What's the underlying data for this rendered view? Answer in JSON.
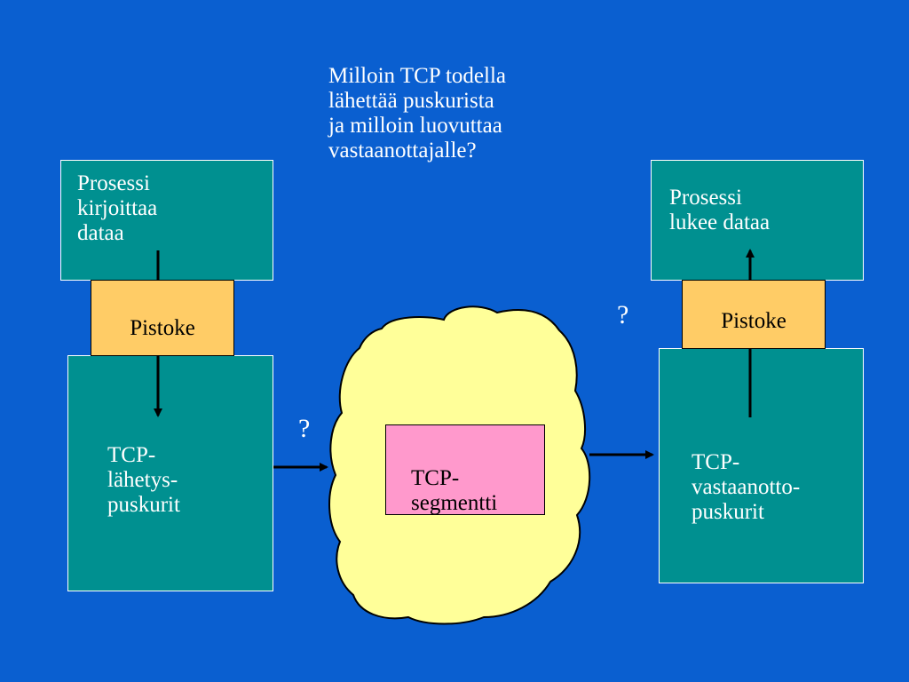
{
  "question": "Milloin  TCP todella\nlähettää puskurista\nja milloin luovuttaa\nvastaanottajalle?",
  "sender": {
    "process_label": "Prosessi\nkirjoittaa\ndataa",
    "socket_label": "Pistoke",
    "buffer_label": "TCP-\nlähetys-\npuskurit"
  },
  "network": {
    "segment_label": "TCP-\nsegmentti"
  },
  "receiver": {
    "process_label": "Prosessi\nlukee dataa",
    "socket_label": "Pistoke",
    "buffer_label": "TCP-\nvastaanotto-\npuskurit"
  },
  "question_marks": {
    "send": "?",
    "receive": "?"
  },
  "colors": {
    "background": "#0a5fd0",
    "box_teal": "#009090",
    "socket": "#ffcc66",
    "cloud": "#ffff99",
    "segment": "#ff99cc",
    "text": "#ffffff"
  }
}
